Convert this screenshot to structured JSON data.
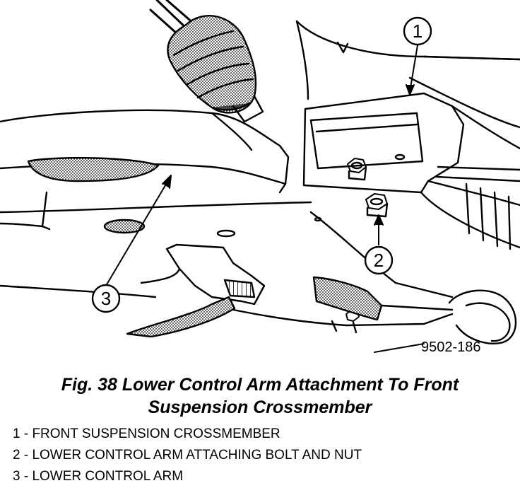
{
  "diagram": {
    "callouts": [
      {
        "number": "1"
      },
      {
        "number": "2"
      },
      {
        "number": "3"
      }
    ],
    "part_number": "9502-186"
  },
  "caption": {
    "line1": "Fig. 38 Lower Control Arm Attachment To Front",
    "line2": "Suspension Crossmember"
  },
  "legend": [
    {
      "text": "1 - FRONT SUSPENSION CROSSMEMBER"
    },
    {
      "text": "2 - LOWER CONTROL ARM ATTACHING BOLT AND NUT"
    },
    {
      "text": "3 - LOWER CONTROL ARM"
    }
  ]
}
